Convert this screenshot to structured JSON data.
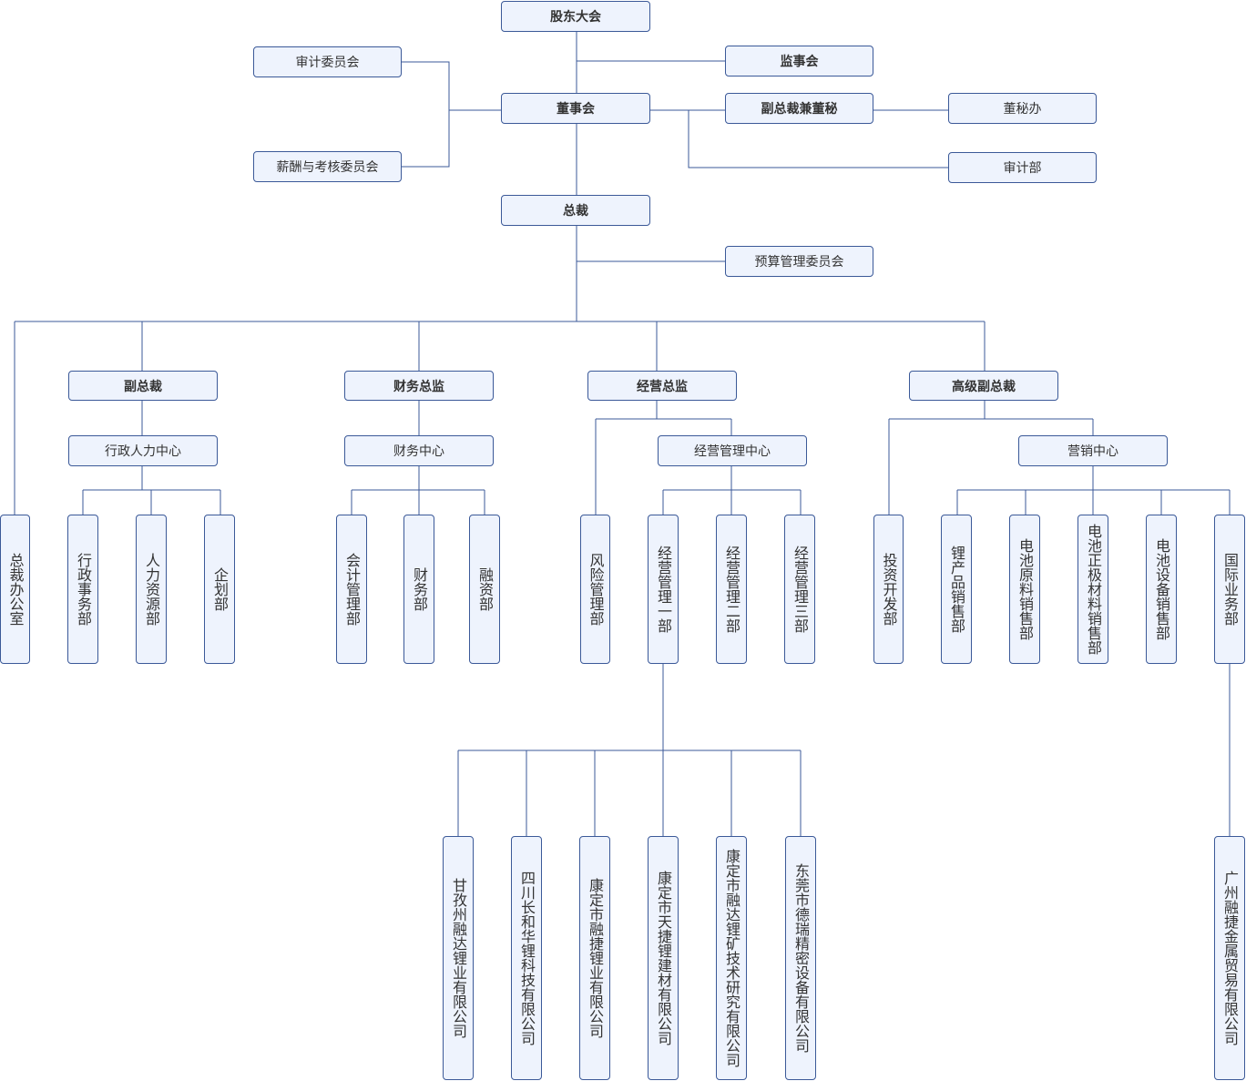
{
  "top": {
    "shareholders": "股东大会",
    "supervisory_board": "监事会",
    "audit_committee": "审计委员会",
    "board": "董事会",
    "vp_secretary": "副总裁兼董秘",
    "board_secretary_office": "董秘办",
    "compensation_committee": "薪酬与考核委员会",
    "audit_department": "审计部",
    "president": "总裁",
    "budget_committee": "预算管理委员会"
  },
  "level2": {
    "vice_president": "副总裁",
    "finance_director": "财务总监",
    "operations_director": "经营总监",
    "senior_vp": "高级副总裁"
  },
  "level3": {
    "admin_hr_center": "行政人力中心",
    "finance_center": "财务中心",
    "operations_center": "经营管理中心",
    "marketing_center": "营销中心"
  },
  "departments": {
    "president_office": "总裁办公室",
    "admin_affairs": "行政事务部",
    "human_resources": "人力资源部",
    "planning": "企划部",
    "accounting": "会计管理部",
    "finance": "财务部",
    "financing": "融资部",
    "risk_management": "风险管理部",
    "ops_one": "经营管理一部",
    "ops_two": "经营管理二部",
    "ops_three": "经营管理三部",
    "investment": "投资开发部",
    "lithium_sales": "锂产品销售部",
    "battery_material_sales": "电池原料销售部",
    "cathode_sales": "电池正极材料销售部",
    "battery_equipment_sales": "电池设备销售部",
    "international": "国际业务部"
  },
  "subsidiaries": {
    "ganzi": "甘孜州融达锂业有限公司",
    "sichuan": "四川长和华锂科技有限公司",
    "kangding_rongjie": "康定市融捷锂业有限公司",
    "kangding_tianjie": "康定市天捷锂建材有限公司",
    "kangding_rongda": "康定市融达锂矿技术研究有限公司",
    "dongguan": "东莞市德瑞精密设备有限公司",
    "guangzhou": "广州融捷金属贸易有限公司"
  },
  "colors": {
    "box_fill": "#eef3fd",
    "box_border": "#3b5998",
    "connector": "#3b5998",
    "text": "#333333"
  }
}
